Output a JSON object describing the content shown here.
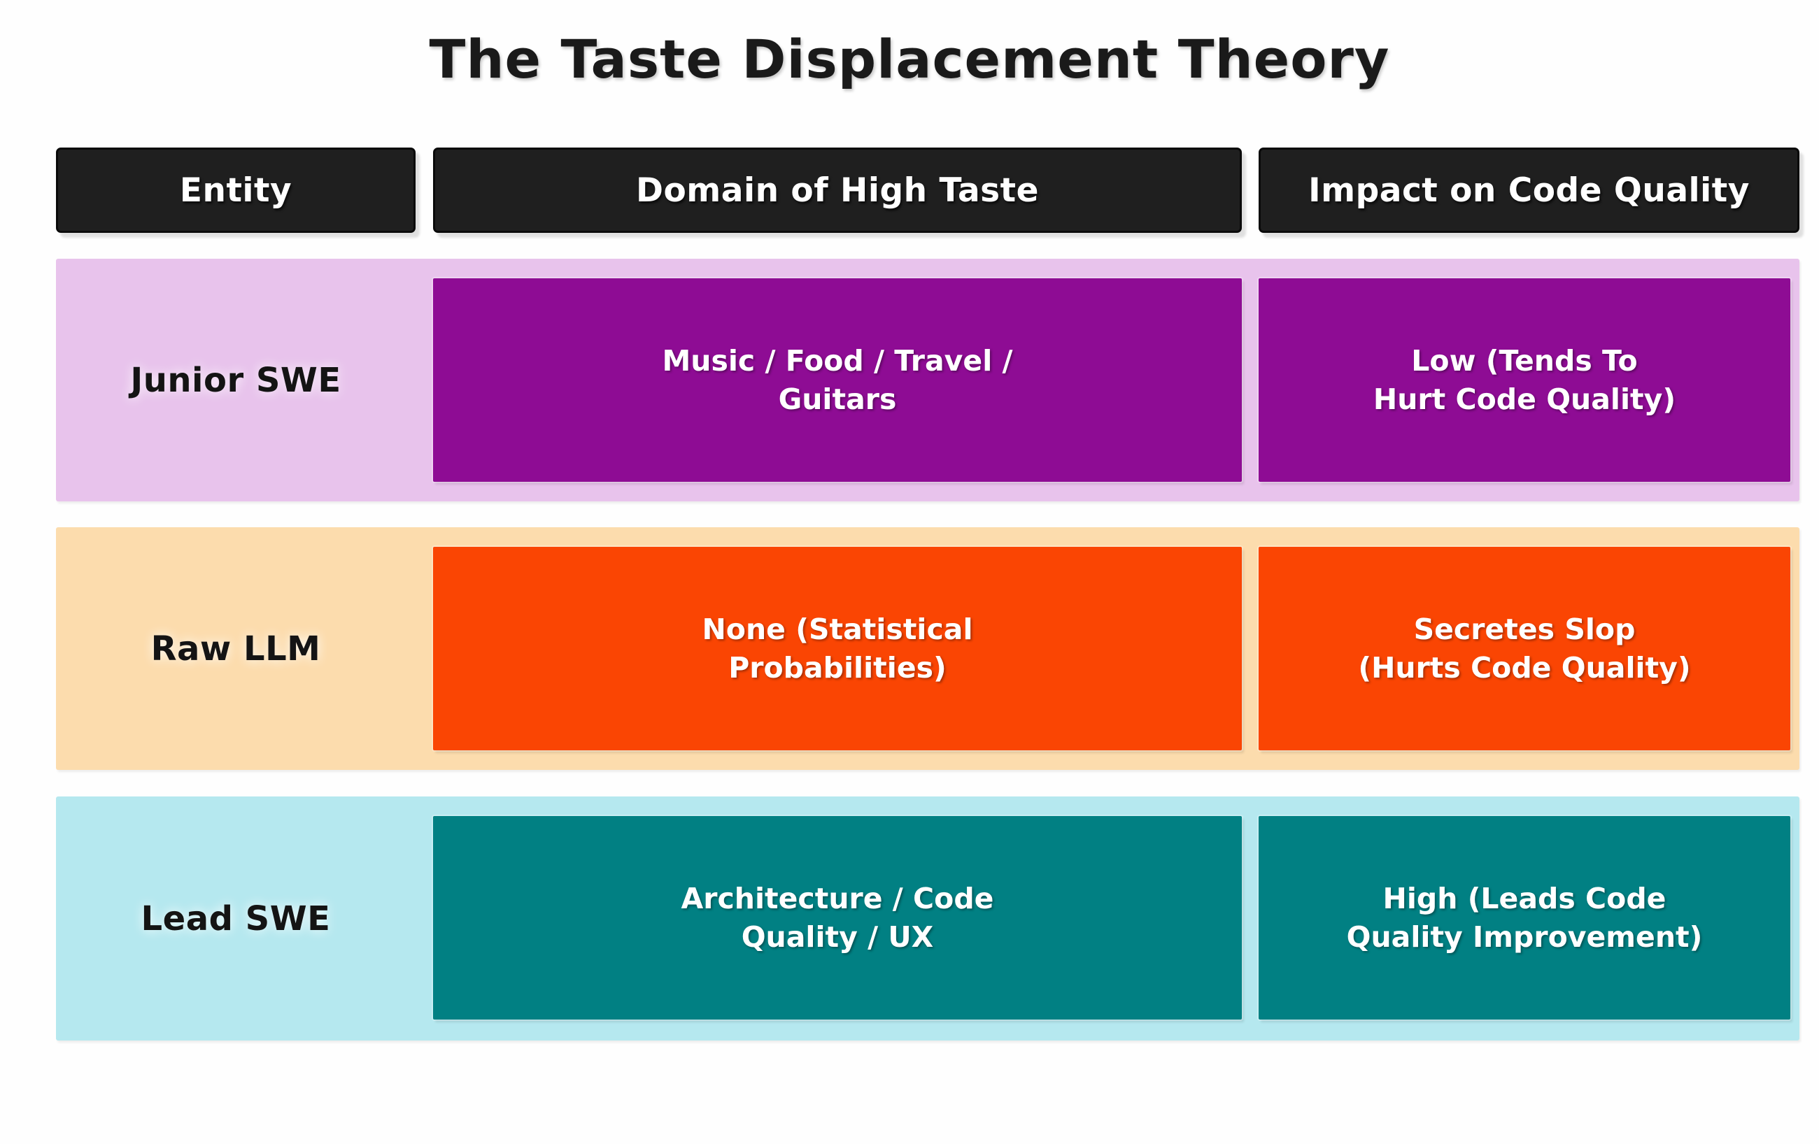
{
  "title": "The Taste Displacement Theory",
  "table": {
    "headers": [
      {
        "label": "Entity"
      },
      {
        "label": "Domain of High Taste"
      },
      {
        "label": "Impact on Code Quality"
      }
    ],
    "rows": [
      {
        "entity": "Junior SWE",
        "domain": "Music / Food / Travel /\nGuitars",
        "impact": "Low (Tends To\nHurt Code Quality)"
      },
      {
        "entity": "Raw LLM",
        "domain": "None (Statistical\nProbabilities)",
        "impact": "Secretes Slop\n(Hurts Code Quality)"
      },
      {
        "entity": "Lead SWE",
        "domain": "Architecture / Code\nQuality / UX",
        "impact": "High (Leads Code\nQuality Improvement)"
      }
    ]
  },
  "colors": {
    "title_text": "#1a1a1a",
    "header_bg": "#1f1f1f",
    "header_text": "#ffffff",
    "rows": [
      {
        "band": "#e8c3ec",
        "cell": "#8e0c94",
        "entity_text": "#141414",
        "cell_text": "#ffffff"
      },
      {
        "band": "#fcdcad",
        "cell": "#fa4503",
        "entity_text": "#141414",
        "cell_text": "#ffffff"
      },
      {
        "band": "#b5e8ef",
        "cell": "#018083",
        "entity_text": "#141414",
        "cell_text": "#ffffff"
      }
    ]
  }
}
